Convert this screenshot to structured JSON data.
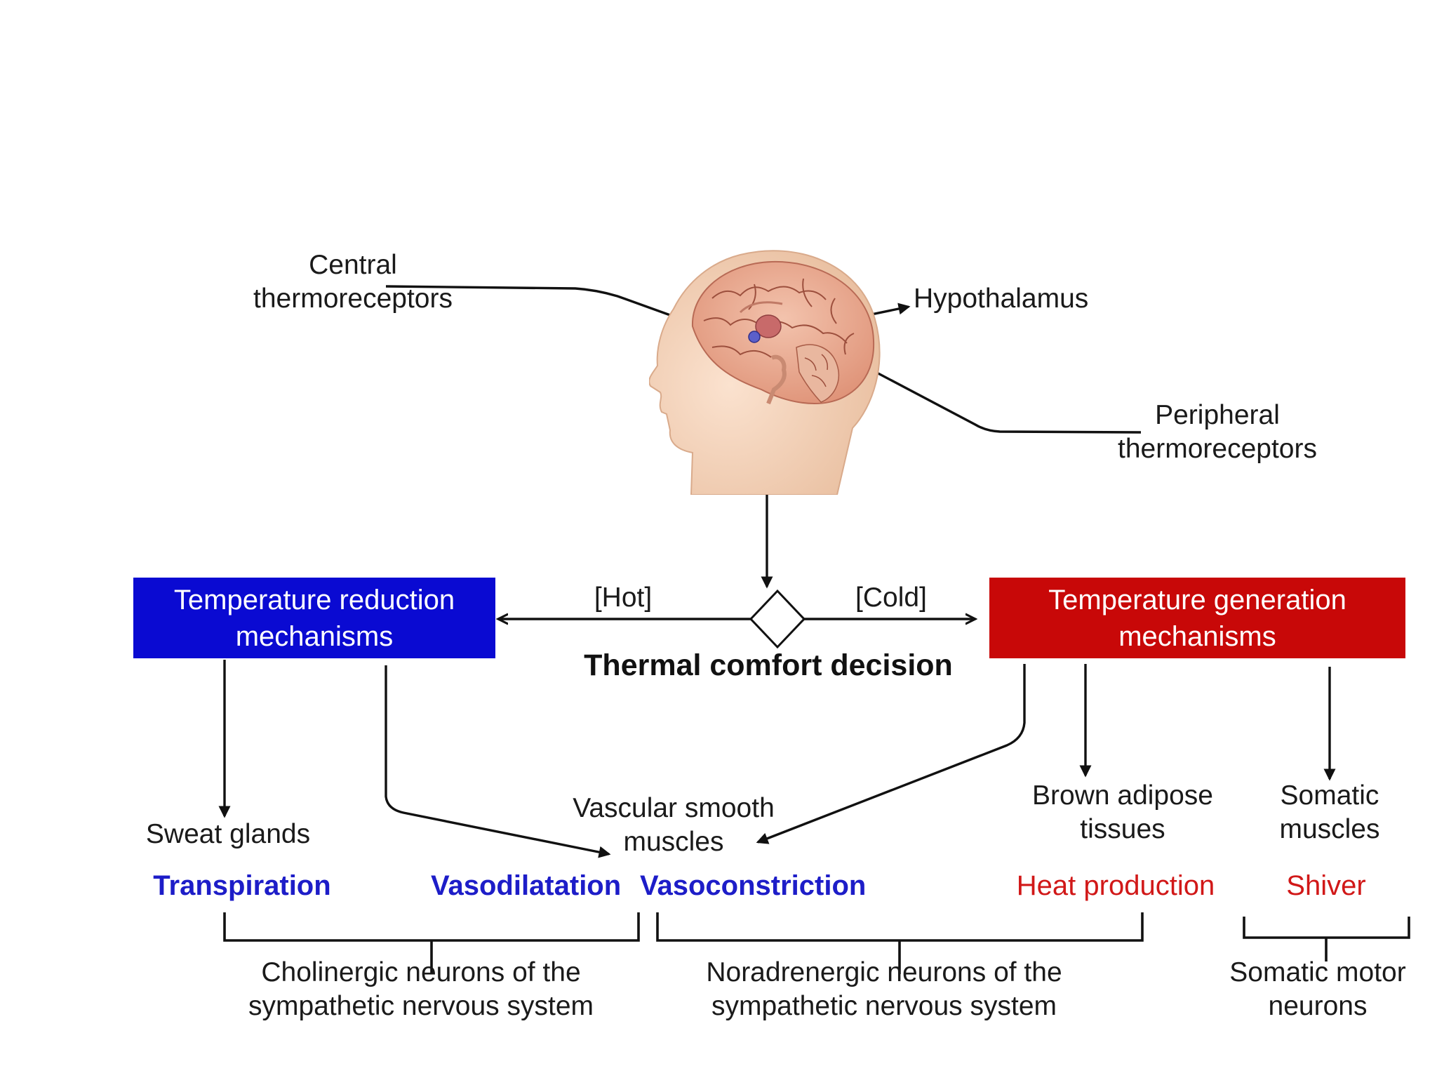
{
  "labels": {
    "central": [
      "Central",
      "thermoreceptors"
    ],
    "hypothalamus": "Hypothalamus",
    "peripheral": [
      "Peripheral",
      "thermoreceptors"
    ],
    "hot": "[Hot]",
    "cold": "[Cold]",
    "decision": "Thermal comfort decision",
    "sweat": "Sweat glands",
    "vascular": [
      "Vascular smooth",
      "muscles"
    ],
    "brown": [
      "Brown adipose",
      "tissues"
    ],
    "somatic_muscles": [
      "Somatic",
      "muscles"
    ]
  },
  "boxes": {
    "reduction": {
      "lines": [
        "Temperature reduction",
        "mechanisms"
      ],
      "color": "#0a0ad2"
    },
    "generation": {
      "lines": [
        "Temperature generation",
        "mechanisms"
      ],
      "color": "#c80808"
    }
  },
  "outputs": {
    "transpiration": "Transpiration",
    "vasodilatation": "Vasodilatation",
    "vasoconstriction": "Vasoconstriction",
    "heat_production": "Heat production",
    "shiver": "Shiver"
  },
  "neurons": {
    "cholinergic": [
      "Cholinergic neurons of the",
      "sympathetic nervous system"
    ],
    "noradrenergic": [
      "Noradrenergic neurons of the",
      "sympathetic nervous system"
    ],
    "somatic_motor": [
      "Somatic motor",
      "neurons"
    ]
  },
  "colors": {
    "output_blue": "#1d1dc8",
    "output_red": "#d11818",
    "skin": "#f2cdb0",
    "brain": "#e9a58e"
  }
}
